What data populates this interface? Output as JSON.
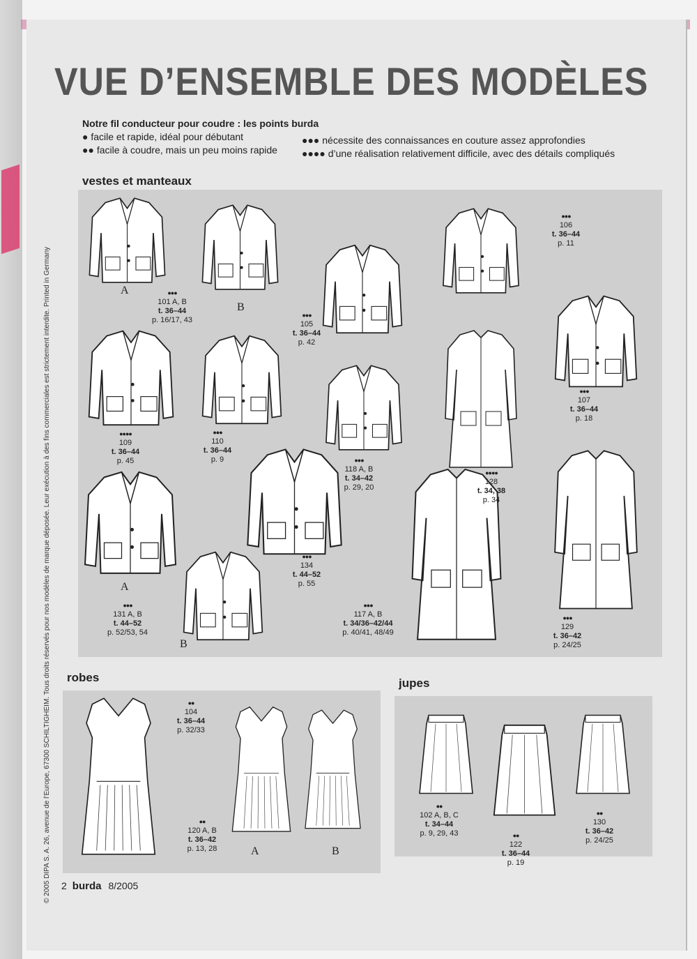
{
  "header": {
    "title": "VUE D’ENSEMBLE DES MODÈLES",
    "legend_title": "Notre fil conducteur pour coudre : les points burda",
    "levels": [
      {
        "dots": "●",
        "text": "facile et rapide, idéal pour débutant"
      },
      {
        "dots": "●●",
        "text": "facile à coudre, mais un peu moins rapide"
      },
      {
        "dots": "●●●",
        "text": "nécessite des connaissances en couture assez approfondies"
      },
      {
        "dots": "●●●●",
        "text": "d’une réalisation relativement difficile, avec des détails compliqués"
      }
    ]
  },
  "side_note": "© 2005 DIPA S. A. 26, avenue de l’Europe, 67300 SCHILTIGHEIM. Tous droits réservés pour nos modèles de marque déposée. Leur exécution à des fins commerciales est strictement interdite. Printed in Germany",
  "sections": {
    "vestes": "vestes et manteaux",
    "robes": "robes",
    "jupes": "jupes"
  },
  "models": {
    "m101": {
      "dots": "●●●",
      "num": "101 A, B",
      "size": "t. 36–44",
      "page": "p. 16/17, 43"
    },
    "m105": {
      "dots": "●●●",
      "num": "105",
      "size": "t. 36–44",
      "page": "p. 42"
    },
    "m106": {
      "dots": "●●●",
      "num": "106",
      "size": "t. 36–44",
      "page": "p. 11"
    },
    "m107": {
      "dots": "●●●",
      "num": "107",
      "size": "t. 36–44",
      "page": "p. 18"
    },
    "m109": {
      "dots": "●●●●",
      "num": "109",
      "size": "t. 36–44",
      "page": "p. 45"
    },
    "m110": {
      "dots": "●●●",
      "num": "110",
      "size": "t. 36–44",
      "page": "p. 9"
    },
    "m118": {
      "dots": "●●●",
      "num": "118 A, B",
      "size": "t. 34–42",
      "page": "p. 29, 20"
    },
    "m128": {
      "dots": "●●●●",
      "num": "128",
      "size": "t. 34, 38",
      "page": "p. 34"
    },
    "m134": {
      "dots": "●●●",
      "num": "134",
      "size": "t. 44–52",
      "page": "p. 55"
    },
    "m131": {
      "dots": "●●●",
      "num": "131 A, B",
      "size": "t. 44–52",
      "page": "p. 52/53, 54"
    },
    "m117": {
      "dots": "●●●",
      "num": "117 A, B",
      "size": "t. 34/36–42/44",
      "page": "p. 40/41, 48/49"
    },
    "m129": {
      "dots": "●●●",
      "num": "129",
      "size": "t. 36–42",
      "page": "p. 24/25"
    },
    "m104": {
      "dots": "●●",
      "num": "104",
      "size": "t. 36–44",
      "page": "p. 32/33"
    },
    "m120": {
      "dots": "●●",
      "num": "120 A, B",
      "size": "t. 36–42",
      "page": "p. 13, 28"
    },
    "m102": {
      "dots": "●●",
      "num": "102 A, B, C",
      "size": "t. 34–44",
      "page": "p. 9, 29, 43"
    },
    "m122": {
      "dots": "●●",
      "num": "122",
      "size": "t. 36–44",
      "page": "p. 19"
    },
    "m130": {
      "dots": "●●",
      "num": "130",
      "size": "t. 36–42",
      "page": "p. 24/25"
    }
  },
  "letters": {
    "a": "A",
    "b": "B"
  },
  "footer": {
    "page_number": "2",
    "brand": "burda",
    "issue": "8/2005"
  }
}
